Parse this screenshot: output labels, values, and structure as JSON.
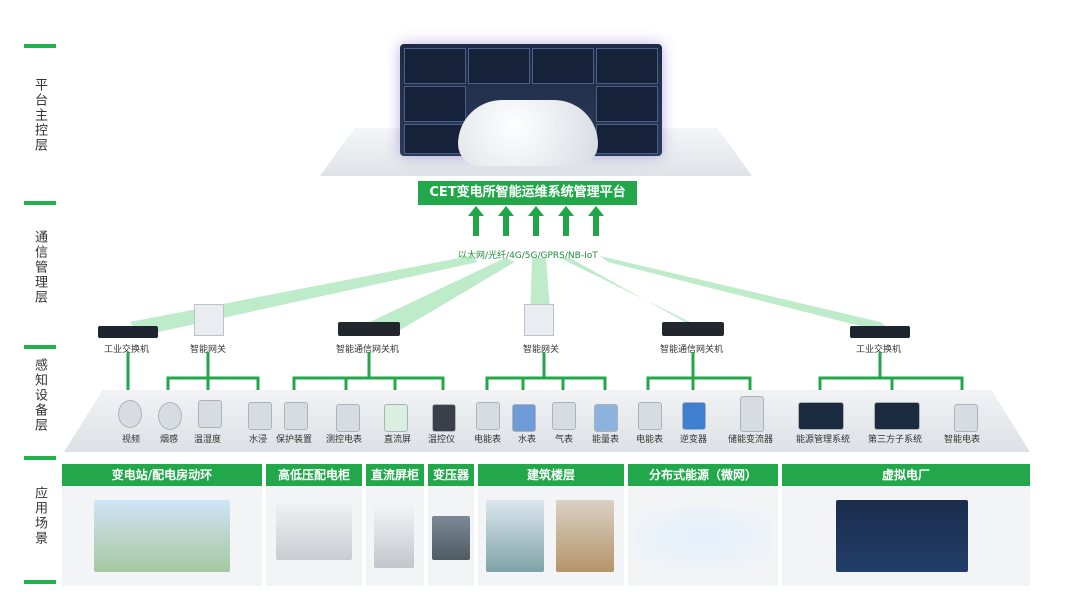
{
  "layers": [
    "平台主控层",
    "通信管理层",
    "感知设备层",
    "应用场景"
  ],
  "platform": {
    "title": "CET变电所智能运维系统管理平台",
    "comm_protocols": "以太网/光纤/4G/5G/GPRS/NB-IoT"
  },
  "gateways": [
    {
      "label": "工业交换机"
    },
    {
      "label": "智能网关"
    },
    {
      "label": "智能通信网关机"
    },
    {
      "label": "智能网关"
    },
    {
      "label": "智能通信网关机"
    },
    {
      "label": "工业交换机"
    }
  ],
  "sensors": [
    "视频",
    "烟感",
    "温湿度",
    "水浸",
    "保护装置",
    "测控电表",
    "直流屏",
    "温控仪",
    "电能表",
    "水表",
    "气表",
    "能量表",
    "电能表",
    "逆变器",
    "储能变流器",
    "能源管理系统",
    "第三方子系统",
    "智能电表"
  ],
  "scenarios": [
    "变电站/配电房动环",
    "高低压配电柜",
    "直流屏柜",
    "变压器",
    "建筑楼层",
    "分布式能源（微网）",
    "虚拟电厂"
  ],
  "colors": {
    "accent": "#22a84a",
    "beam": "#8fd9a0"
  }
}
